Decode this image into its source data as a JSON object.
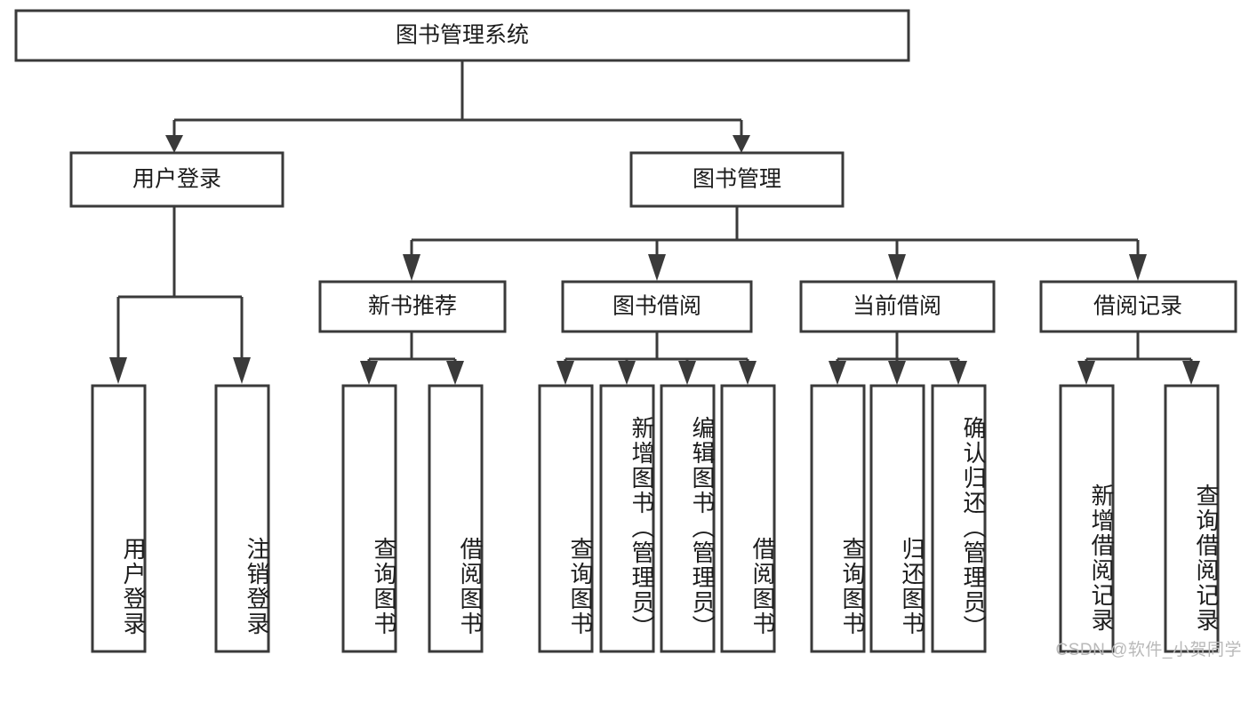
{
  "diagram": {
    "type": "tree",
    "title": "图书管理系统",
    "watermark": "CSDN @软件_小贺同学",
    "colors": {
      "stroke": "#3a3a3a",
      "fill": "#ffffff",
      "text": "#1c1c1c",
      "watermark": "#b9b9b9",
      "background": "#ffffff"
    },
    "levels": {
      "root": {
        "label": "图书管理系统"
      },
      "level2": [
        {
          "id": "user-login",
          "label": "用户登录"
        },
        {
          "id": "book-manage",
          "label": "图书管理"
        }
      ],
      "level3": [
        {
          "id": "new-book-rec",
          "label": "新书推荐",
          "parent": "book-manage"
        },
        {
          "id": "book-borrow",
          "label": "图书借阅",
          "parent": "book-manage"
        },
        {
          "id": "current-borrow",
          "label": "当前借阅",
          "parent": "book-manage"
        },
        {
          "id": "borrow-record",
          "label": "借阅记录",
          "parent": "book-manage"
        }
      ],
      "leaves": [
        {
          "id": "leaf-user-login",
          "label": "用户登录",
          "parent": "user-login"
        },
        {
          "id": "leaf-user-logout",
          "label": "注销登录",
          "parent": "user-login"
        },
        {
          "id": "leaf-query-book-1",
          "label": "查询图书",
          "parent": "new-book-rec"
        },
        {
          "id": "leaf-borrow-book-1",
          "label": "借阅图书",
          "parent": "new-book-rec"
        },
        {
          "id": "leaf-query-book-2",
          "label": "查询图书",
          "parent": "book-borrow"
        },
        {
          "id": "leaf-add-book",
          "label": "新增图书（管理员）",
          "parent": "book-borrow"
        },
        {
          "id": "leaf-edit-book",
          "label": "编辑图书（管理员）",
          "parent": "book-borrow"
        },
        {
          "id": "leaf-borrow-book-2",
          "label": "借阅图书",
          "parent": "book-borrow"
        },
        {
          "id": "leaf-query-book-3",
          "label": "查询图书",
          "parent": "current-borrow"
        },
        {
          "id": "leaf-return-book",
          "label": "归还图书",
          "parent": "current-borrow"
        },
        {
          "id": "leaf-confirm-return",
          "label": "确认归还（管理员）",
          "parent": "current-borrow"
        },
        {
          "id": "leaf-add-record",
          "label": "新增借阅记录",
          "parent": "borrow-record"
        },
        {
          "id": "leaf-query-record",
          "label": "查询借阅记录",
          "parent": "borrow-record"
        }
      ]
    }
  }
}
